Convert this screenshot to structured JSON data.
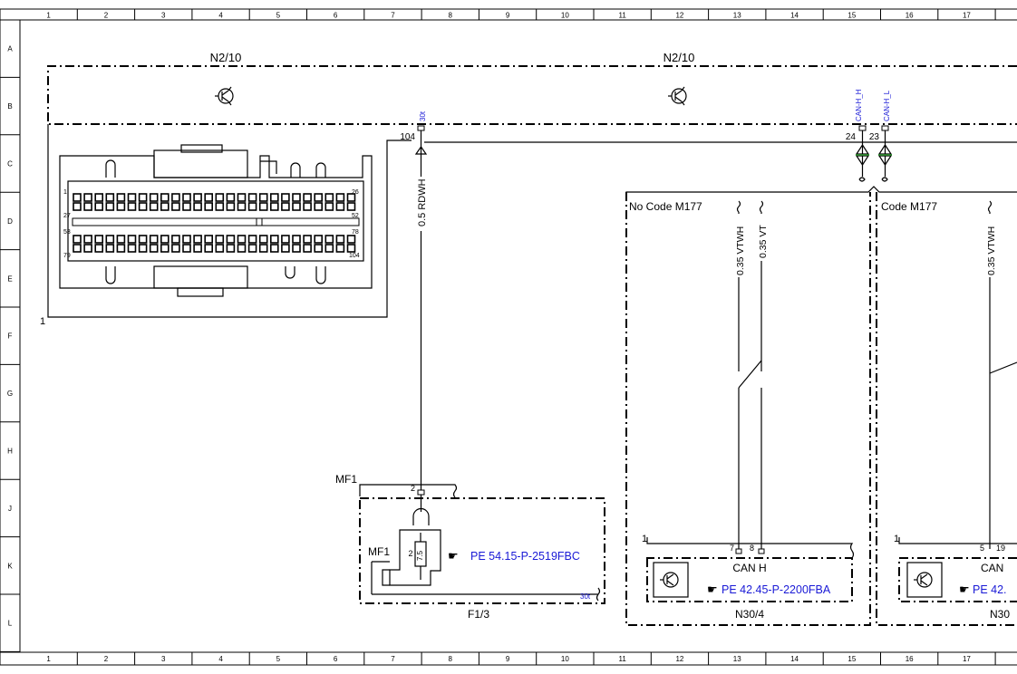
{
  "frame": {
    "columns": [
      "1",
      "2",
      "3",
      "4",
      "5",
      "6",
      "7",
      "8",
      "9",
      "10",
      "11",
      "12",
      "13",
      "14",
      "15",
      "16",
      "17"
    ],
    "rows": [
      "A",
      "B",
      "C",
      "D",
      "E",
      "F",
      "G",
      "H",
      "J",
      "K",
      "L"
    ]
  },
  "components": {
    "n2_10_left_label": "N2/10",
    "n2_10_right_label": "N2/10",
    "connector_label": "1",
    "pin_first_row_start": "1",
    "pin_first_row_end": "26",
    "pin_second_row_start": "27",
    "pin_second_row_end": "52",
    "pin_third_row_start": "53",
    "pin_third_row_end": "78",
    "pin_fourth_row_start": "79",
    "pin_fourth_row_end": "104",
    "pin_104": "104",
    "pin_24": "24",
    "pin_23": "23",
    "signal_30t_top": "30t",
    "signal_can_h_h": "CAN-H_H",
    "signal_can_h_l": "CAN-H_L",
    "f1_3_label": "F1/3",
    "mf1_top": "MF1",
    "mf1_inner": "MF1",
    "f1_3_pin": "2",
    "fuse_number": "2",
    "fuse_rating": "7.5",
    "signal_30t_bottom": "30t",
    "n30_4_label": "N30/4",
    "n30_right_label": "N30",
    "can_h_label": "CAN H",
    "can_right_label": "CAN",
    "bus_left_number": "1",
    "bus_right_number": "1",
    "n30_pin_7": "7",
    "n30_pin_8": "8",
    "n30_right_pin_5": "5",
    "n30_right_pin_19": "19"
  },
  "wires": {
    "rdwh": "0.5 RDWH",
    "vtwh_left": "0.35 VTWH",
    "vt_left": "0.35 VT",
    "vtwh_right": "0.35 VTWH"
  },
  "variants": {
    "no_code": "No Code M177",
    "code": "Code M177"
  },
  "references": {
    "pe_fuse": "PE 54.15-P-2519FBC",
    "pe_n30": "PE 42.45-P-2200FBA",
    "pe_n30_right": "PE 42."
  },
  "colors": {
    "line": "#000000",
    "reference_link": "#1a1ad6",
    "pin_label_blue": "#1a1ad6",
    "switch_green": "#2a7a2a"
  },
  "icons": {
    "reference": "pointing-hand-icon",
    "transistor": "transistor-icon"
  }
}
